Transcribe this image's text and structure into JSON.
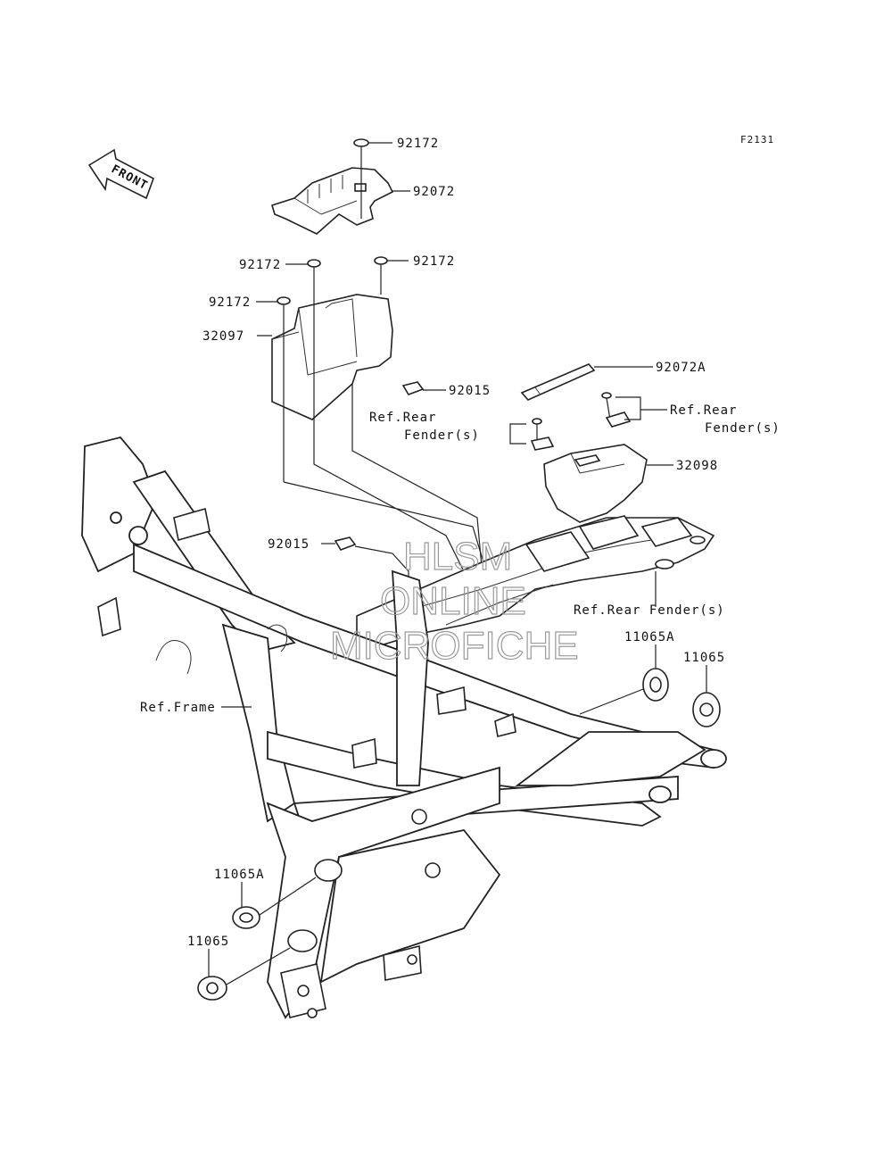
{
  "figure_code": "F2131",
  "front_label": "FRONT",
  "watermark": [
    "HLSM",
    "ONLINE",
    "MICROFICHE"
  ],
  "callouts": {
    "c1": "92172",
    "c2": "92072",
    "c3": "92172",
    "c4": "92172",
    "c5": "92172",
    "c6": "32097",
    "c7": "92015",
    "c8": "92072A",
    "c9a": "Ref.Rear",
    "c9b": "Fender(s)",
    "c10a": "Ref.Rear",
    "c10b": "Fender(s)",
    "c11": "32098",
    "c12": "92015",
    "c13": "Ref.Rear Fender(s)",
    "c14": "11065A",
    "c15": "11065",
    "c16": "Ref.Frame",
    "c17": "11065A",
    "c18": "11065"
  }
}
